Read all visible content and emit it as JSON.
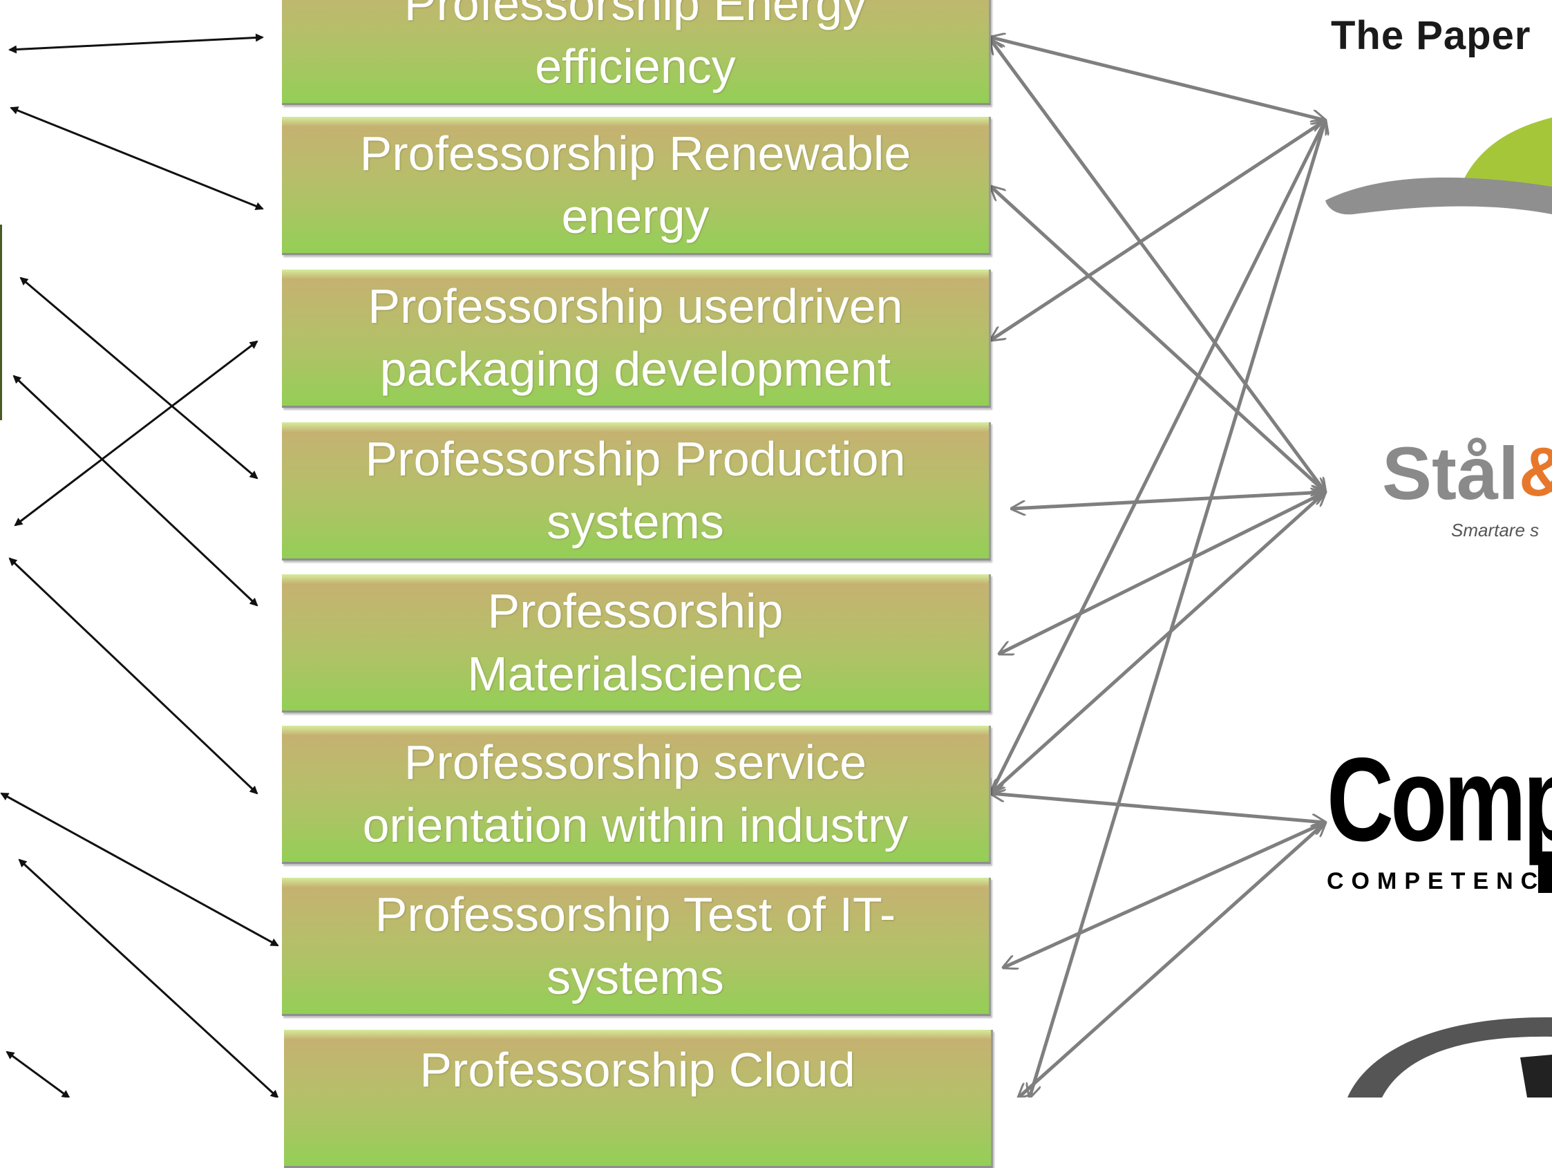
{
  "boxes": [
    {
      "line1": "Professorship Energy",
      "line2": "efficiency"
    },
    {
      "line1": "Professorship Renewable",
      "line2": "energy"
    },
    {
      "line1": "Professorship userdriven",
      "line2": "packaging development"
    },
    {
      "line1": "Professorship Production",
      "line2": "systems"
    },
    {
      "line1": "Professorship",
      "line2": "Materialscience"
    },
    {
      "line1": "Professorship service",
      "line2": "orientation within industry"
    },
    {
      "line1": "Professorship Test of IT-",
      "line2": "systems"
    },
    {
      "line1": "Professorship Cloud",
      "line2": ""
    }
  ],
  "logos": {
    "paper": "The Paper",
    "stal": "Stål",
    "stal_amp": "&",
    "stal_tagline": "Smartare s",
    "comp": "Comp",
    "comp_tagline": "COMPETENCE"
  },
  "colors": {
    "box_green": "#93cf56",
    "box_tan": "#c5b271",
    "arrow_left": "#111111",
    "arrow_right": "#7f7f7f"
  }
}
